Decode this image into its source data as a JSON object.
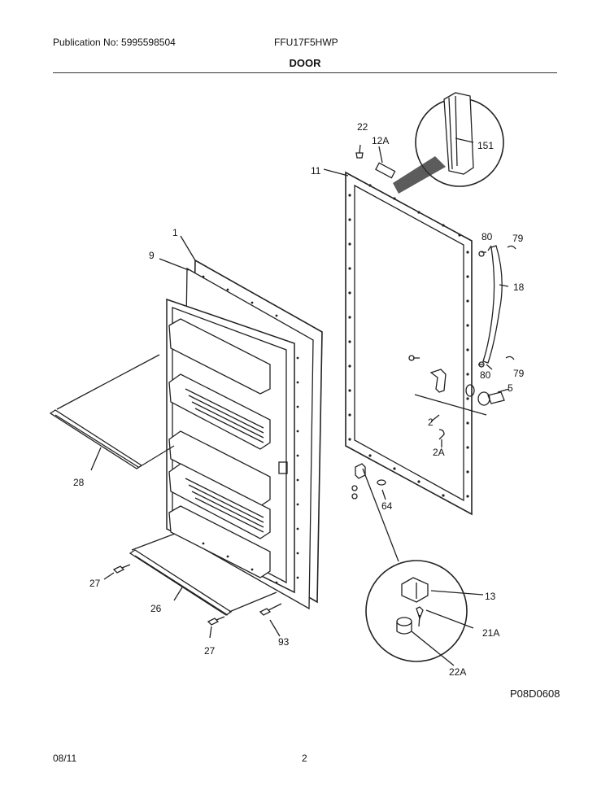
{
  "header": {
    "publication": "Publication No: 5995598504",
    "model": "FFU17F5HWP",
    "title": "DOOR"
  },
  "diagram_code": "P08D0608",
  "footer": {
    "date": "08/11",
    "page": "2"
  },
  "callouts": {
    "c22": "22",
    "c12A": "12A",
    "c151": "151",
    "c11": "11",
    "c1": "1",
    "c9": "9",
    "c80a": "80",
    "c79a": "79",
    "c18": "18",
    "c80b": "80",
    "c79b": "79",
    "c5": "5",
    "c2": "2",
    "c2A": "2A",
    "c64": "64",
    "c28": "28",
    "c27a": "27",
    "c26": "26",
    "c27b": "27",
    "c93": "93",
    "c13": "13",
    "c21A": "21A",
    "c22A": "22A"
  }
}
